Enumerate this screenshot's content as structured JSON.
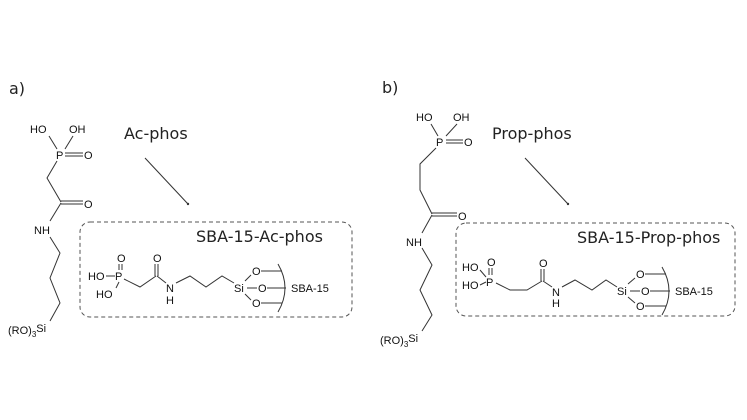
{
  "panels": [
    {
      "tag": "a)",
      "molecule_name": "Ac-phos",
      "grafted_name": "SBA-15-Ac-phos",
      "support_label": "SBA-15",
      "atoms": {
        "ho1": "HO",
        "oh1": "OH",
        "p": "P",
        "o_p": "O",
        "o_co": "O",
        "nh": "NH",
        "ro3": "(RO)",
        "sub3": "3",
        "si": "Si",
        "box_ho_a": "HO",
        "box_ho_b": "HO",
        "box_p": "P",
        "box_o_p": "O",
        "box_o_co": "O",
        "box_n": "N",
        "box_h": "H",
        "box_si": "Si",
        "box_o1": "O",
        "box_o2": "O",
        "box_o3": "O"
      }
    },
    {
      "tag": "b)",
      "molecule_name": "Prop-phos",
      "grafted_name": "SBA-15-Prop-phos",
      "support_label": "SBA-15",
      "atoms": {
        "ho1": "HO",
        "oh1": "OH",
        "p": "P",
        "o_p": "O",
        "o_co": "O",
        "nh": "NH",
        "ro3": "(RO)",
        "sub3": "3",
        "si": "Si",
        "box_ho_a": "HO",
        "box_ho_b": "HO",
        "box_p": "P",
        "box_o_p": "O",
        "box_o_co": "O",
        "box_n": "N",
        "box_h": "H",
        "box_si": "Si",
        "box_o1": "O",
        "box_o2": "O",
        "box_o3": "O"
      }
    }
  ]
}
